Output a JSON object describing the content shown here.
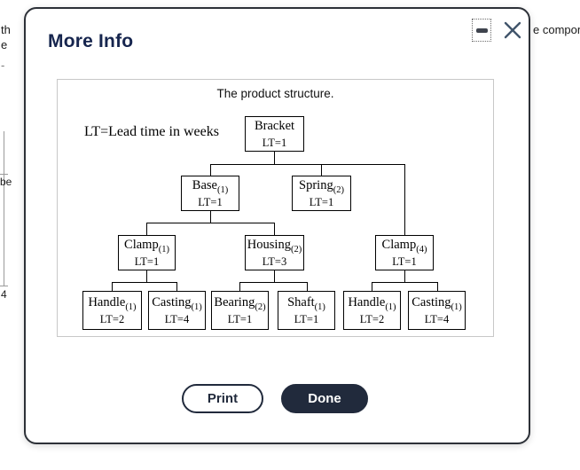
{
  "modal": {
    "title": "More Info",
    "buttons": {
      "print": "Print",
      "done": "Done"
    }
  },
  "diagram": {
    "caption": "The product structure.",
    "legend": "LT=Lead time in weeks",
    "nodes": [
      {
        "name": "Bracket",
        "qty": "",
        "lt": "LT=1"
      },
      {
        "name": "Base",
        "qty": "(1)",
        "lt": "LT=1"
      },
      {
        "name": "Spring",
        "qty": "(2)",
        "lt": "LT=1"
      },
      {
        "name": "Clamp",
        "qty": "(1)",
        "lt": "LT=1"
      },
      {
        "name": "Housing",
        "qty": "(2)",
        "lt": "LT=3"
      },
      {
        "name": "Clamp",
        "qty": "(4)",
        "lt": "LT=1"
      },
      {
        "name": "Handle",
        "qty": "(1)",
        "lt": "LT=2"
      },
      {
        "name": "Casting",
        "qty": "(1)",
        "lt": "LT=4"
      },
      {
        "name": "Bearing",
        "qty": "(2)",
        "lt": "LT=1"
      },
      {
        "name": "Shaft",
        "qty": "(1)",
        "lt": "LT=1"
      },
      {
        "name": "Handle",
        "qty": "(1)",
        "lt": "LT=2"
      },
      {
        "name": "Casting",
        "qty": "(1)",
        "lt": "LT=4"
      }
    ]
  },
  "background": {
    "left_line1": "th",
    "left_line2": "e",
    "left_dash": "-",
    "left_row_label": "be",
    "left_row_number": "4",
    "right_snippet": "e compon"
  },
  "colors": {
    "title_navy": "#16254e",
    "button_navy": "#212a3c",
    "close_icon": "#41556b",
    "modal_border": "#2d3138"
  }
}
